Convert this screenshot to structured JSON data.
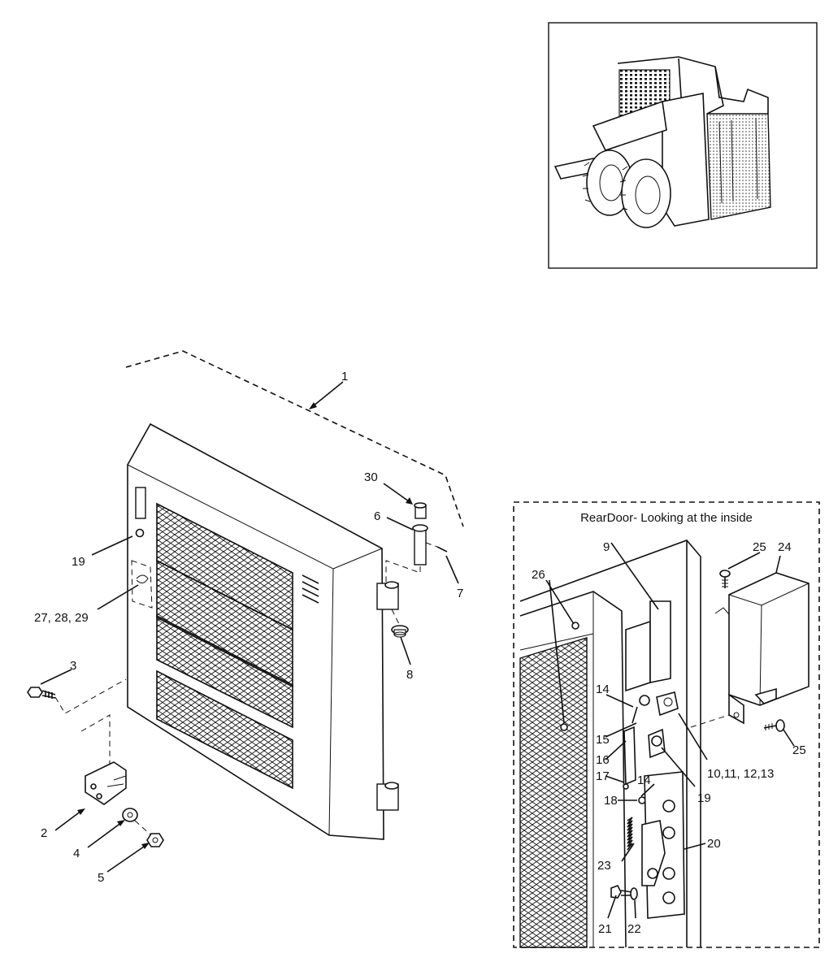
{
  "detail_title": "RearDoor- Looking at the inside",
  "callouts": {
    "c1": "1",
    "c2": "2",
    "c3": "3",
    "c4": "4",
    "c5": "5",
    "c6": "6",
    "c7": "7",
    "c8": "8",
    "c9": "9",
    "c10_13": "10,11, 12,13",
    "c14a": "14",
    "c14b": "14",
    "c15": "15",
    "c16": "16",
    "c17": "17",
    "c18": "18",
    "c19a": "19",
    "c19b": "19",
    "c20": "20",
    "c21": "21",
    "c22": "22",
    "c23": "23",
    "c24": "24",
    "c25a": "25",
    "c25b": "25",
    "c26": "26",
    "c27_29": "27, 28, 29",
    "c30": "30"
  }
}
